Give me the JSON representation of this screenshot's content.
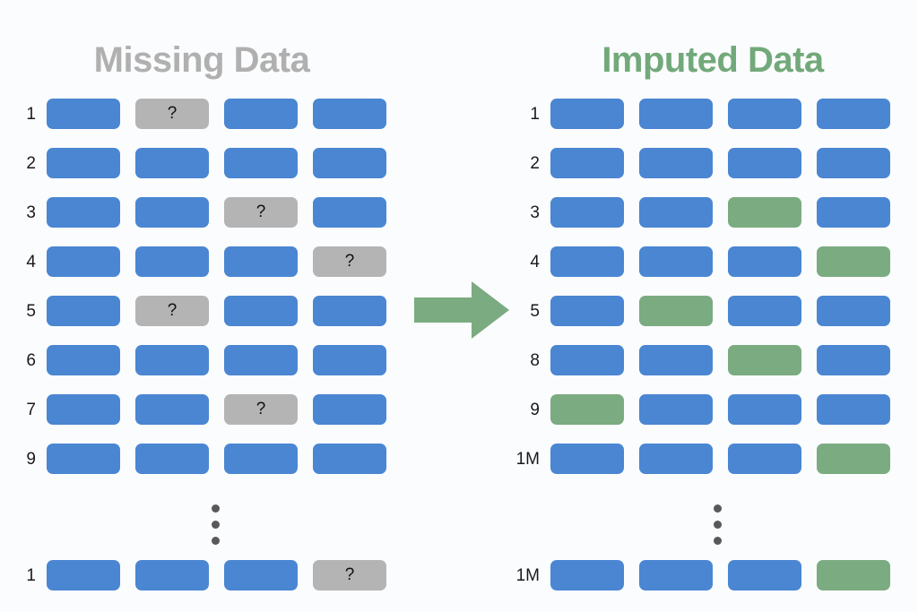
{
  "background_color": "#fbfcfe",
  "colors": {
    "blue": "#4a86d2",
    "gray": "#b4b4b4",
    "green": "#7bab81",
    "title_gray": "#b0b0b0",
    "title_green": "#72a97a",
    "dot": "#58585a",
    "label_text": "#1a1a1a"
  },
  "panels": {
    "left": {
      "title": "Missing Data",
      "missing_marker": "?",
      "rows": [
        {
          "label": "1",
          "cells": [
            {
              "type": "blue",
              "text": ""
            },
            {
              "type": "gray",
              "text": "?"
            },
            {
              "type": "blue",
              "text": ""
            },
            {
              "type": "blue",
              "text": ""
            }
          ]
        },
        {
          "label": "2",
          "cells": [
            {
              "type": "blue",
              "text": ""
            },
            {
              "type": "blue",
              "text": ""
            },
            {
              "type": "blue",
              "text": ""
            },
            {
              "type": "blue",
              "text": ""
            }
          ]
        },
        {
          "label": "3",
          "cells": [
            {
              "type": "blue",
              "text": ""
            },
            {
              "type": "blue",
              "text": ""
            },
            {
              "type": "gray",
              "text": "?"
            },
            {
              "type": "blue",
              "text": ""
            }
          ]
        },
        {
          "label": "4",
          "cells": [
            {
              "type": "blue",
              "text": ""
            },
            {
              "type": "blue",
              "text": ""
            },
            {
              "type": "blue",
              "text": ""
            },
            {
              "type": "gray",
              "text": "?"
            }
          ]
        },
        {
          "label": "5",
          "cells": [
            {
              "type": "blue",
              "text": ""
            },
            {
              "type": "gray",
              "text": "?"
            },
            {
              "type": "blue",
              "text": ""
            },
            {
              "type": "blue",
              "text": ""
            }
          ]
        },
        {
          "label": "6",
          "cells": [
            {
              "type": "blue",
              "text": ""
            },
            {
              "type": "blue",
              "text": ""
            },
            {
              "type": "blue",
              "text": ""
            },
            {
              "type": "blue",
              "text": ""
            }
          ]
        },
        {
          "label": "7",
          "cells": [
            {
              "type": "blue",
              "text": ""
            },
            {
              "type": "blue",
              "text": ""
            },
            {
              "type": "gray",
              "text": "?"
            },
            {
              "type": "blue",
              "text": ""
            }
          ]
        },
        {
          "label": "9",
          "cells": [
            {
              "type": "blue",
              "text": ""
            },
            {
              "type": "blue",
              "text": ""
            },
            {
              "type": "blue",
              "text": ""
            },
            {
              "type": "blue",
              "text": ""
            }
          ]
        }
      ],
      "final_row": {
        "label": "1",
        "cells": [
          {
            "type": "blue",
            "text": ""
          },
          {
            "type": "blue",
            "text": ""
          },
          {
            "type": "blue",
            "text": ""
          },
          {
            "type": "gray",
            "text": "?"
          }
        ]
      }
    },
    "right": {
      "title": "Imputed Data",
      "rows": [
        {
          "label": "1",
          "cells": [
            {
              "type": "blue",
              "text": ""
            },
            {
              "type": "blue",
              "text": ""
            },
            {
              "type": "blue",
              "text": ""
            },
            {
              "type": "blue",
              "text": ""
            }
          ]
        },
        {
          "label": "2",
          "cells": [
            {
              "type": "blue",
              "text": ""
            },
            {
              "type": "blue",
              "text": ""
            },
            {
              "type": "blue",
              "text": ""
            },
            {
              "type": "blue",
              "text": ""
            }
          ]
        },
        {
          "label": "3",
          "cells": [
            {
              "type": "blue",
              "text": ""
            },
            {
              "type": "blue",
              "text": ""
            },
            {
              "type": "green",
              "text": ""
            },
            {
              "type": "blue",
              "text": ""
            }
          ]
        },
        {
          "label": "4",
          "cells": [
            {
              "type": "blue",
              "text": ""
            },
            {
              "type": "blue",
              "text": ""
            },
            {
              "type": "blue",
              "text": ""
            },
            {
              "type": "green",
              "text": ""
            }
          ]
        },
        {
          "label": "5",
          "cells": [
            {
              "type": "blue",
              "text": ""
            },
            {
              "type": "green",
              "text": ""
            },
            {
              "type": "blue",
              "text": ""
            },
            {
              "type": "blue",
              "text": ""
            }
          ]
        },
        {
          "label": "8",
          "cells": [
            {
              "type": "blue",
              "text": ""
            },
            {
              "type": "blue",
              "text": ""
            },
            {
              "type": "green",
              "text": ""
            },
            {
              "type": "blue",
              "text": ""
            }
          ]
        },
        {
          "label": "9",
          "cells": [
            {
              "type": "green",
              "text": ""
            },
            {
              "type": "blue",
              "text": ""
            },
            {
              "type": "blue",
              "text": ""
            },
            {
              "type": "blue",
              "text": ""
            }
          ]
        },
        {
          "label": "1M",
          "cells": [
            {
              "type": "blue",
              "text": ""
            },
            {
              "type": "blue",
              "text": ""
            },
            {
              "type": "blue",
              "text": ""
            },
            {
              "type": "green",
              "text": ""
            }
          ]
        }
      ],
      "final_row": {
        "label": "1M",
        "cells": [
          {
            "type": "blue",
            "text": ""
          },
          {
            "type": "blue",
            "text": ""
          },
          {
            "type": "blue",
            "text": ""
          },
          {
            "type": "green",
            "text": ""
          }
        ]
      }
    }
  },
  "ellipsis": {
    "dot_count": 3
  },
  "arrow": {
    "direction": "right",
    "color": "#7bab81"
  }
}
